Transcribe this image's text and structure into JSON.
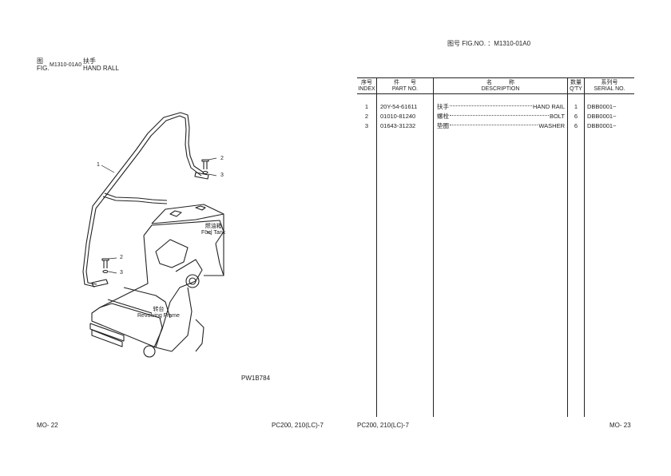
{
  "left_page": {
    "fig_cn": "图",
    "fig_en": "FIG.",
    "fig_no": "M1310-01A0",
    "title_cn": "扶手",
    "title_en": "HAND RALL",
    "callouts": [
      "1",
      "2",
      "3",
      "2",
      "3"
    ],
    "label_fuel_cn": "燃油箱",
    "label_fuel_en": "Fuel Tank",
    "label_frame_cn": "转台",
    "label_frame_en": "Revolving Frame",
    "drawing_code": "PW1B784",
    "page_no": "MO- 22",
    "model": "PC200, 210(LC)-7"
  },
  "right_page": {
    "fig_label": "图号  FIG.NO. ：M1310-01A0",
    "headers": {
      "index_cn": "序号",
      "index_en": "INDEX",
      "part_cn": "件　　号",
      "part_en": "PART NO.",
      "desc_cn": "名　　　称",
      "desc_en": "DESCRIPTION",
      "qty_cn": "数量",
      "qty_en": "Q'TY",
      "serial_cn": "系列号",
      "serial_en": "SERIAL NO."
    },
    "rows": [
      {
        "index": "1",
        "part": "20Y-54-61611",
        "desc_cn": "扶手",
        "desc_en": "HAND RAIL",
        "qty": "1",
        "serial": "DBB0001~"
      },
      {
        "index": "2",
        "part": "01010-81240",
        "desc_cn": "螺栓",
        "desc_en": "BOLT",
        "qty": "6",
        "serial": "DBB0001~"
      },
      {
        "index": "3",
        "part": "01643-31232",
        "desc_cn": "垫圈",
        "desc_en": "WASHER",
        "qty": "6",
        "serial": "DBB0001~"
      }
    ],
    "model": "PC200, 210(LC)-7",
    "page_no": "MO- 23"
  }
}
